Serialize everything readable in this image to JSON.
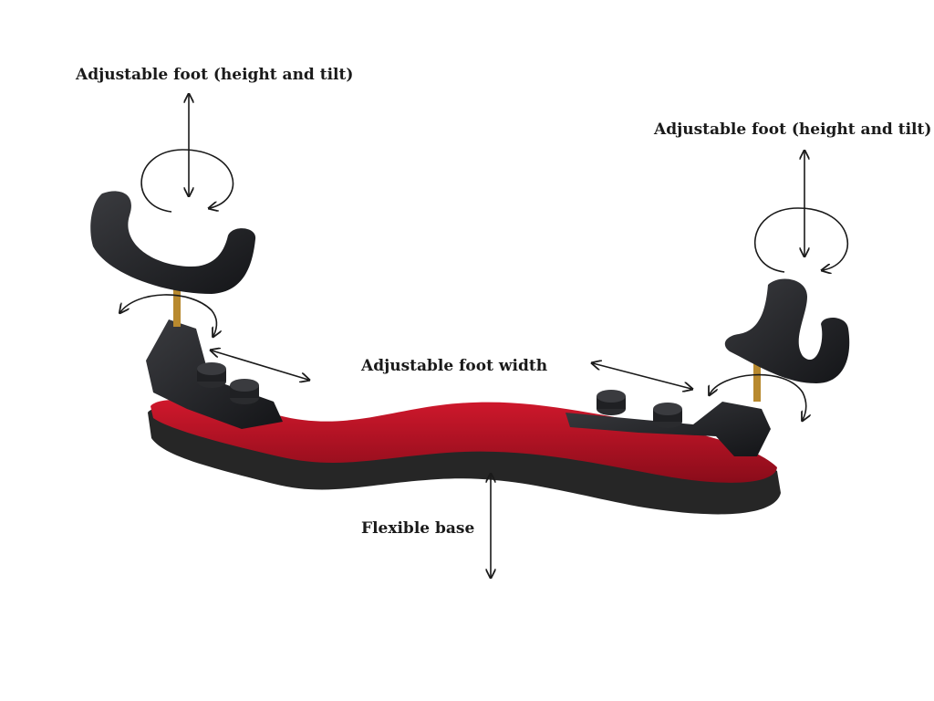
{
  "annotations": {
    "left_foot": "Adjustable foot (height and tilt)",
    "right_foot": "Adjustable foot (height and tilt)",
    "foot_width": "Adjustable foot width",
    "base": "Flexible base"
  },
  "colors": {
    "velvet": "#b01224",
    "foam": "#262626",
    "plastic": "#1f2023",
    "brass": "#b8892e",
    "ink": "#1a1a1a"
  },
  "icons": [
    "double-arrow-icon",
    "rotation-arrow-icon",
    "tilt-arrow-icon"
  ]
}
